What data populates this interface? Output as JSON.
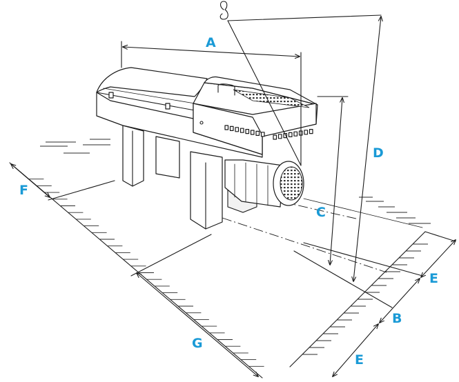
{
  "diagram": {
    "labels": {
      "A": "A",
      "B": "B",
      "C": "C",
      "D": "D",
      "E_upper": "E",
      "E_lower": "E",
      "F": "F",
      "G": "G"
    },
    "label_color": "#1a9ad6",
    "line_color": "#1a1a1a",
    "icons": [
      "crane-hook-icon",
      "motor-fan-grille-icon",
      "handle-icon"
    ]
  }
}
